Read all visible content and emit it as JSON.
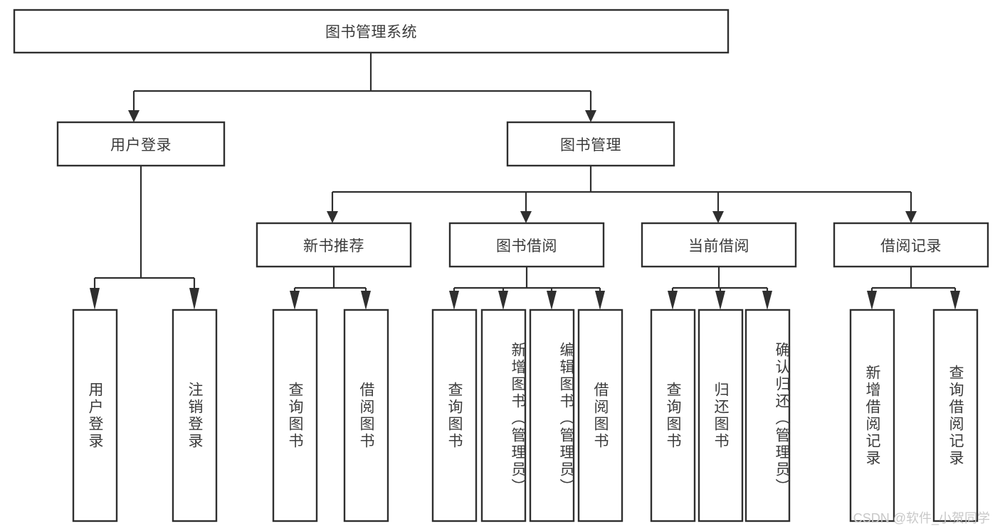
{
  "diagram": {
    "title": "图书管理系统",
    "type": "hierarchy-tree",
    "watermark": "CSDN @软件_小贺同学",
    "colors": {
      "stroke": "#2f2f2f",
      "fill": "#ffffff",
      "text": "#3b3b3b",
      "watermark": "#c8c8c8"
    },
    "levels": {
      "root": {
        "label": "图书管理系统"
      },
      "level2": [
        {
          "label": "用户登录"
        },
        {
          "label": "图书管理"
        }
      ],
      "level3": [
        {
          "label": "新书推荐"
        },
        {
          "label": "图书借阅"
        },
        {
          "label": "当前借阅"
        },
        {
          "label": "借阅记录"
        }
      ],
      "leaves": {
        "user_login": [
          {
            "label": "用户登录"
          },
          {
            "label": "注销登录"
          }
        ],
        "new_book_recommend": [
          {
            "label": "查询图书"
          },
          {
            "label": "借阅图书"
          }
        ],
        "book_borrow": [
          {
            "label": "查询图书"
          },
          {
            "label": "新增图书（管理员）"
          },
          {
            "label": "编辑图书（管理员）"
          },
          {
            "label": "借阅图书"
          }
        ],
        "current_borrow": [
          {
            "label": "查询图书"
          },
          {
            "label": "归还图书"
          },
          {
            "label": "确认归还（管理员）"
          }
        ],
        "borrow_record": [
          {
            "label": "新增借阅记录"
          },
          {
            "label": "查询借阅记录"
          }
        ]
      }
    }
  }
}
